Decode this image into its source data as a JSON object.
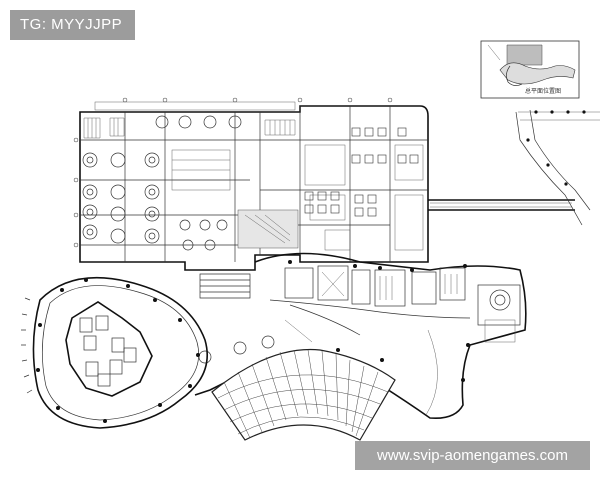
{
  "tag_label": "TG: MYYJJPP",
  "watermark": "www.svip-aomengames.com",
  "key_plan_label": "总平面位置图",
  "colors": {
    "label_bg": "#9c9c9c",
    "watermark_bg": "#a3a3a3",
    "ink": "#222222"
  }
}
